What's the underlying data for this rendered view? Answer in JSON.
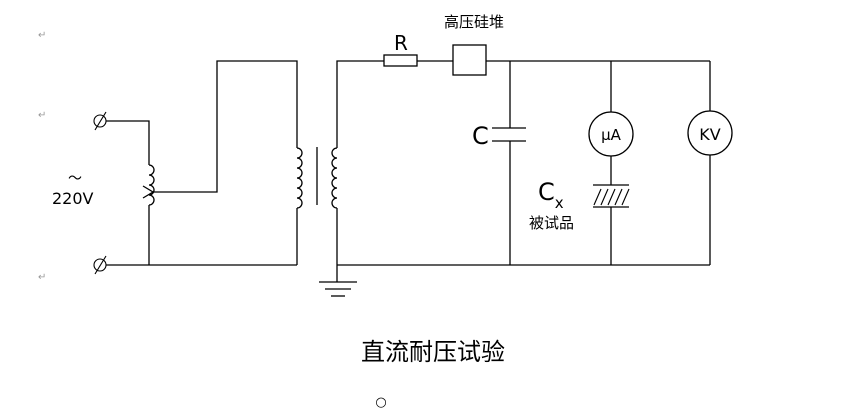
{
  "diagram": {
    "title": "直流耐压试验",
    "labels": {
      "resistor": "R",
      "rectifier_stack": "高压硅堆",
      "capacitor": "C",
      "specimen_symbol": "Cx",
      "specimen_name": "被试品",
      "microammeter": "μA",
      "kilovoltmeter": "KV",
      "source_ac": "～",
      "source_voltage": "220V"
    },
    "marks": {
      "paragraph": "↵",
      "end_circle": "○"
    }
  }
}
